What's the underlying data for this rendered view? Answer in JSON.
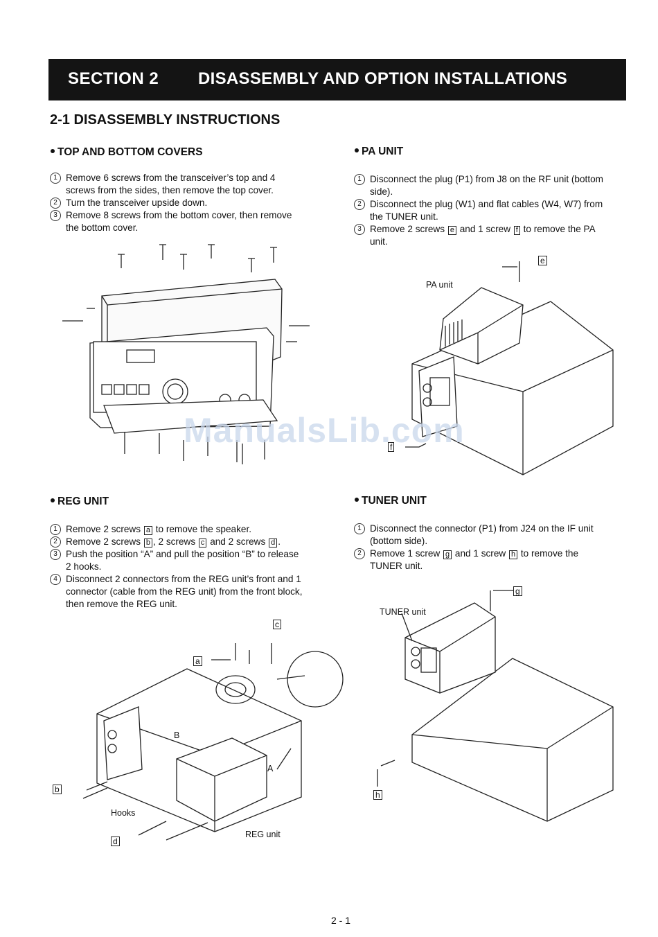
{
  "header": {
    "section": "SECTION  2",
    "title": "DISASSEMBLY AND OPTION INSTALLATIONS"
  },
  "heading": "2-1 DISASSEMBLY INSTRUCTIONS",
  "top_bottom": {
    "title": "TOP AND BOTTOM COVERS",
    "steps": [
      {
        "num": "1",
        "l1": "Remove 6 screws from the transceiver’s top and 4",
        "l2": "screws from the sides, then remove the top cover."
      },
      {
        "num": "2",
        "l1": "Turn the transceiver upside down."
      },
      {
        "num": "3",
        "l1": "Remove 8 screws from the bottom cover, then remove",
        "l2": "the bottom cover."
      }
    ]
  },
  "pa": {
    "title": "PA UNIT",
    "steps": [
      {
        "num": "1",
        "l1": "Disconnect the plug (P1) from J8 on the RF unit (bottom",
        "l2": "side)."
      },
      {
        "num": "2",
        "l1": "Disconnect the plug (W1) and flat cables (W4, W7) from",
        "l2": "the TUNER unit."
      },
      {
        "num": "3",
        "a": "Remove 2 screws",
        "box1": "e",
        "b": "and 1 screw",
        "box2": "f",
        "c": "to remove the PA",
        "l2": "unit."
      }
    ],
    "fig_label": "PA unit",
    "tag_e": "e",
    "tag_f": "f"
  },
  "reg": {
    "title": "REG UNIT",
    "steps": [
      {
        "num": "1",
        "a": "Remove 2 screws",
        "box1": "a",
        "b": "to remove the speaker."
      },
      {
        "num": "2",
        "a": "Remove 2 screws",
        "box1": "b",
        "b": ", 2 screws",
        "box2": "c",
        "c": "and 2 screws",
        "box3": "d",
        "d": "."
      },
      {
        "num": "3",
        "l1": "Push the position “A” and pull the position “B” to release",
        "l2": "2 hooks."
      },
      {
        "num": "4",
        "l1": "Disconnect 2 connectors from the REG unit’s front and 1",
        "l2": "connector (cable from the REG unit) from the front block,",
        "l3": "then remove the REG unit."
      }
    ],
    "tag_a": "a",
    "tag_b": "b",
    "tag_c": "c",
    "tag_d": "d",
    "label_hooks": "Hooks",
    "label_reg": "REG unit",
    "label_A": "A",
    "label_B": "B"
  },
  "tuner": {
    "title": "TUNER UNIT",
    "steps": [
      {
        "num": "1",
        "l1": "Disconnect the connector (P1) from J24 on the IF unit",
        "l2": "(bottom side)."
      },
      {
        "num": "2",
        "a": "Remove 1 screw",
        "box1": "g",
        "b": "and 1 screw",
        "box2": "h",
        "c": "to remove the",
        "l2": "TUNER unit."
      }
    ],
    "fig_label": "TUNER unit",
    "tag_g": "g",
    "tag_h": "h"
  },
  "watermark": "ManualsLib.com",
  "page_number": "2 - 1"
}
